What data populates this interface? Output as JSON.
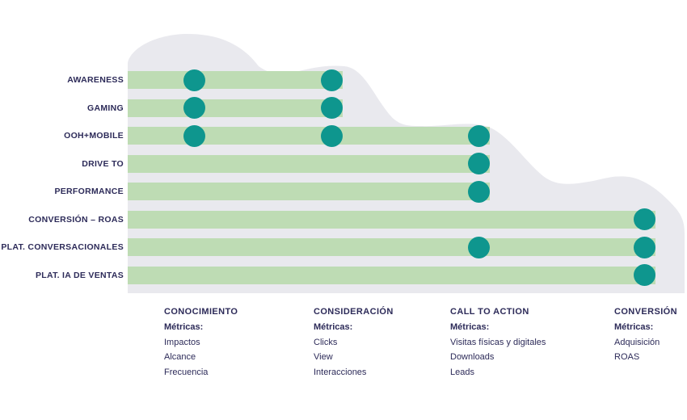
{
  "colors": {
    "bar_green": "#bedcb4",
    "dot_teal": "#0e968e",
    "wave_gray": "#e9e9ee",
    "text_navy": "#2d2b59",
    "page_background": "#ffffff"
  },
  "rows": [
    {
      "label": "AWARENESS",
      "dot_columns": [
        0,
        1
      ],
      "extent_column": 1
    },
    {
      "label": "GAMING",
      "dot_columns": [
        0,
        1
      ],
      "extent_column": 1
    },
    {
      "label": "OOH+MOBILE",
      "dot_columns": [
        0,
        1,
        2
      ],
      "extent_column": 2
    },
    {
      "label": "DRIVE TO",
      "dot_columns": [
        2
      ],
      "extent_column": 2
    },
    {
      "label": "PERFORMANCE",
      "dot_columns": [
        2
      ],
      "extent_column": 2
    },
    {
      "label": "CONVERSIÓN – ROAS",
      "dot_columns": [
        3
      ],
      "extent_column": 3
    },
    {
      "label": "PLAT. CONVERSACIONALES",
      "dot_columns": [
        2,
        3
      ],
      "extent_column": 3
    },
    {
      "label": "PLAT. IA DE VENTAS",
      "dot_columns": [
        3
      ],
      "extent_column": 3
    }
  ],
  "columns": [
    {
      "title": "CONOCIMIENTO",
      "metrics_label": "Métricas:",
      "metrics": [
        "Impactos",
        "Alcance",
        "Frecuencia"
      ]
    },
    {
      "title": "CONSIDERACIÓN",
      "metrics_label": "Métricas:",
      "metrics": [
        "Clicks",
        "View",
        "Interacciones"
      ]
    },
    {
      "title": "CALL TO ACTION",
      "metrics_label": "Métricas:",
      "metrics": [
        "Visitas físicas y digitales",
        "Downloads",
        "Leads"
      ]
    },
    {
      "title": "CONVERSIÓN",
      "metrics_label": "Métricas:",
      "metrics": [
        "Adquisición",
        "ROAS"
      ]
    }
  ]
}
